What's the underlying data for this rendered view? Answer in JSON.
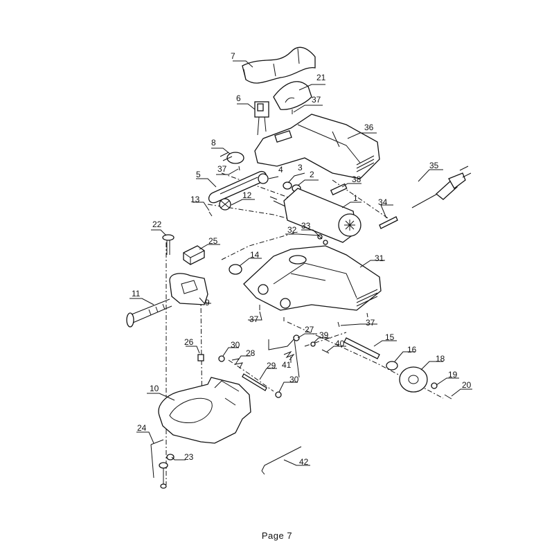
{
  "footer": {
    "page_label": "Page 7"
  },
  "callouts": [
    "7",
    "21",
    "6",
    "37",
    "36",
    "8",
    "37",
    "4",
    "3",
    "2",
    "5",
    "38",
    "35",
    "13",
    "12",
    "1",
    "34",
    "22",
    "32",
    "33",
    "25",
    "14",
    "31",
    "11",
    "9",
    "37",
    "37",
    "27",
    "15",
    "26",
    "30",
    "28",
    "39",
    "40",
    "16",
    "18",
    "41",
    "29",
    "19",
    "20",
    "10",
    "30",
    "24",
    "23",
    "42"
  ],
  "colors": {
    "ink": "#111111",
    "paper": "#ffffff"
  }
}
